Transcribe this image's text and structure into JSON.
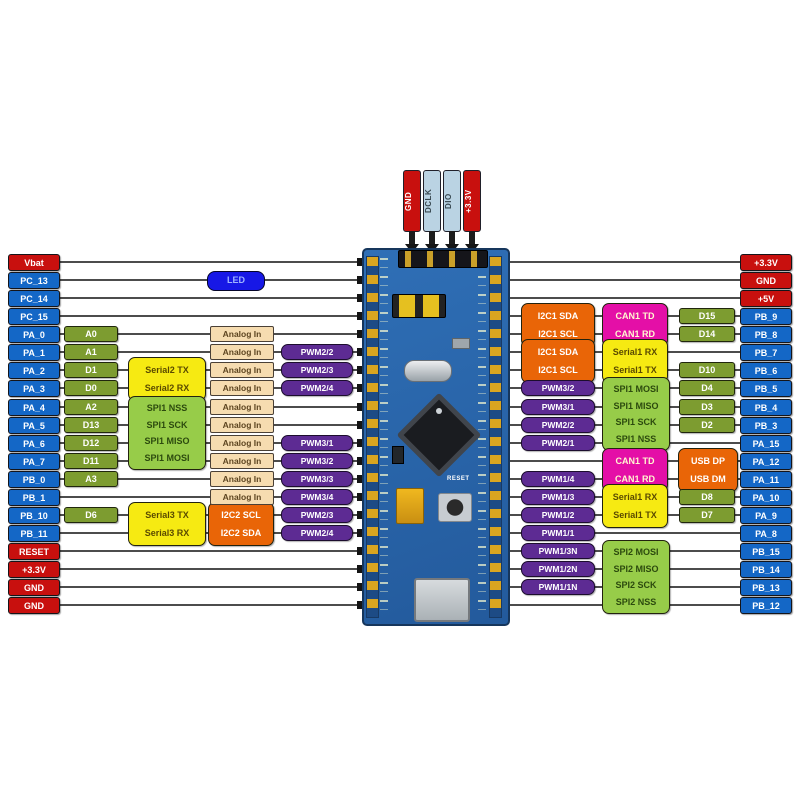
{
  "colors": {
    "power_red": "#c8100e",
    "gpio_blue": "#1467c6",
    "alias_green": "#7d9c30",
    "analog_tan": "#f6dcb0",
    "pwm_purple": "#5d2b93",
    "serial_yellow": "#f6ea12",
    "spi_green": "#97cc49",
    "i2c_usb_orange": "#e96507",
    "can_magenta": "#e40fa7",
    "led_blue": "#1718e6",
    "pcb_blue": "#2f6fb6",
    "wire_grey": "#4c4c4c"
  },
  "prog_header": {
    "pins": [
      {
        "label": "GND"
      },
      {
        "label": "DCLK"
      },
      {
        "label": "DIO"
      },
      {
        "label": "+3.3V"
      }
    ]
  },
  "left_pins": [
    "Vbat",
    "PC_13",
    "PC_14",
    "PC_15",
    "PA_0",
    "PA_1",
    "PA_2",
    "PA_3",
    "PA_4",
    "PA_5",
    "PA_6",
    "PA_7",
    "PB_0",
    "PB_1",
    "PB_10",
    "PB_11",
    "RESET",
    "+3.3V",
    "GND",
    "GND"
  ],
  "right_pins": [
    "+3.3V",
    "GND",
    "+5V",
    "PB_9",
    "PB_8",
    "PB_7",
    "PB_6",
    "PB_5",
    "PB_4",
    "PB_3",
    "PA_15",
    "PA_12",
    "PA_11",
    "PA_10",
    "PA_9",
    "PA_8",
    "PB_15",
    "PB_14",
    "PB_13",
    "PB_12"
  ],
  "led_label": "LED",
  "analog_label": "Analog In",
  "left_aliases": [
    "A0",
    "A1",
    "D1",
    "D0",
    "A2",
    "D13",
    "D12",
    "D11",
    "A3",
    "D6"
  ],
  "right_aliases": [
    "D15",
    "D14",
    "D10",
    "D4",
    "D3",
    "D2",
    "D8",
    "D7"
  ],
  "left_serial2": [
    "Serial2 TX",
    "Serial2 RX"
  ],
  "left_spi1": [
    "SPI1 NSS",
    "SPI1 SCK",
    "SPI1 MISO",
    "SPI1 MOSI"
  ],
  "left_serial3": [
    "Serial3 TX",
    "Serial3 RX"
  ],
  "left_i2c2": [
    "I2C2 SCL",
    "I2C2 SDA"
  ],
  "left_pwm": [
    "PWM2/2",
    "PWM2/3",
    "PWM2/4",
    "PWM3/1",
    "PWM3/2",
    "PWM3/3",
    "PWM3/4",
    "PWM2/3",
    "PWM2/4"
  ],
  "right_i2c1_top": [
    "I2C1 SDA",
    "I2C1 SCL"
  ],
  "right_can1_top": [
    "CAN1 TD",
    "CAN1 RD"
  ],
  "right_i2c1_mid": [
    "I2C1 SDA",
    "I2C1 SCL"
  ],
  "right_serial1_top": [
    "Serial1 RX",
    "Serial1 TX"
  ],
  "right_pwm_a": [
    "PWM3/2",
    "PWM3/1",
    "PWM2/2",
    "PWM2/1"
  ],
  "right_spi1": [
    "SPI1 MOSI",
    "SPI1 MISO",
    "SPI1 SCK",
    "SPI1 NSS"
  ],
  "right_can1_bot": [
    "CAN1 TD",
    "CAN1 RD"
  ],
  "right_usb": [
    "USB DP",
    "USB DM"
  ],
  "right_pwm_b": [
    "PWM1/4",
    "PWM1/3",
    "PWM1/2",
    "PWM1/1"
  ],
  "right_serial1_bot": [
    "Serial1 RX",
    "Serial1 TX"
  ],
  "right_pwm_n": [
    "PWM1/3N",
    "PWM1/2N",
    "PWM1/1N"
  ],
  "right_spi2": [
    "SPI2 MOSI",
    "SPI2 MISO",
    "SPI2 SCK",
    "SPI2 NSS"
  ],
  "board": {
    "reset_label": "RESET"
  }
}
